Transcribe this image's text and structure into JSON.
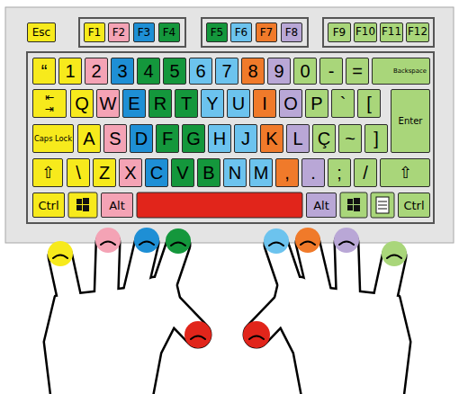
{
  "diagram": {
    "nodes": [
      {
        "text": [
          "Esc"
        ]
      },
      {
        "text": [
          "F1"
        ]
      },
      {
        "text": [
          "F2"
        ]
      },
      {
        "text": [
          "F3"
        ]
      },
      {
        "text": [
          "F4"
        ]
      },
      {
        "text": [
          "F5"
        ]
      },
      {
        "text": [
          "F6"
        ]
      },
      {
        "text": [
          "F7"
        ]
      },
      {
        "text": [
          "F8"
        ]
      },
      {
        "text": [
          "F9"
        ]
      },
      {
        "text": [
          "F10"
        ]
      },
      {
        "text": [
          "F11"
        ]
      },
      {
        "text": [
          "F12"
        ]
      },
      {
        "text": [
          "“"
        ]
      },
      {
        "text": [
          "1"
        ]
      },
      {
        "text": [
          "2"
        ]
      },
      {
        "text": [
          "3"
        ]
      },
      {
        "text": [
          "4"
        ]
      },
      {
        "text": [
          "5"
        ]
      },
      {
        "text": [
          "6"
        ]
      },
      {
        "text": [
          "7"
        ]
      },
      {
        "text": [
          "8"
        ]
      },
      {
        "text": [
          "9"
        ]
      },
      {
        "text": [
          "0"
        ]
      },
      {
        "text": [
          "-"
        ]
      },
      {
        "text": [
          "="
        ]
      },
      {
        "text": [
          "Backspace"
        ]
      },
      {
        "text": [
          "⇤ ⇥"
        ]
      },
      {
        "text": [
          "Q"
        ]
      },
      {
        "text": [
          "W"
        ]
      },
      {
        "text": [
          "E"
        ]
      },
      {
        "text": [
          "R"
        ]
      },
      {
        "text": [
          "T"
        ]
      },
      {
        "text": [
          "Y"
        ]
      },
      {
        "text": [
          "U"
        ]
      },
      {
        "text": [
          "I"
        ]
      },
      {
        "text": [
          "O"
        ]
      },
      {
        "text": [
          "P"
        ]
      },
      {
        "text": [
          "`"
        ]
      },
      {
        "text": [
          "["
        ]
      },
      {
        "text": [
          "Enter"
        ]
      },
      {
        "text": [
          "Caps Lock"
        ]
      },
      {
        "text": [
          "A"
        ]
      },
      {
        "text": [
          "S"
        ]
      },
      {
        "text": [
          "D"
        ]
      },
      {
        "text": [
          "F"
        ]
      },
      {
        "text": [
          "G"
        ]
      },
      {
        "text": [
          "H"
        ]
      },
      {
        "text": [
          "J"
        ]
      },
      {
        "text": [
          "K"
        ]
      },
      {
        "text": [
          "L"
        ]
      },
      {
        "text": [
          "Ç"
        ]
      },
      {
        "text": [
          "~"
        ]
      },
      {
        "text": [
          "]"
        ]
      },
      {
        "text": [
          "⇧"
        ]
      },
      {
        "text": [
          "\\"
        ]
      },
      {
        "text": [
          "Z"
        ]
      },
      {
        "text": [
          "X"
        ]
      },
      {
        "text": [
          "C"
        ]
      },
      {
        "text": [
          "V"
        ]
      },
      {
        "text": [
          "B"
        ]
      },
      {
        "text": [
          "N"
        ]
      },
      {
        "text": [
          "M"
        ]
      },
      {
        "text": [
          ","
        ]
      },
      {
        "text": [
          "."
        ]
      },
      {
        "text": [
          ";"
        ]
      },
      {
        "text": [
          "/"
        ]
      },
      {
        "text": [
          "⇧"
        ]
      },
      {
        "text": [
          "Ctrl"
        ]
      },
      {
        "text": [
          "Alt"
        ]
      },
      {
        "text": [
          "Alt"
        ]
      },
      {
        "text": [
          "Ctrl"
        ]
      }
    ]
  }
}
